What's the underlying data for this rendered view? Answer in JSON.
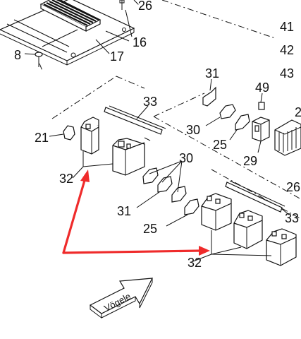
{
  "labels": {
    "l26": "26",
    "l16": "16",
    "l17": "17",
    "l8": "8",
    "l41": "41",
    "l42": "42",
    "l43": "43",
    "l31a": "31",
    "l49": "49",
    "l2": "2",
    "l33a": "33",
    "l21": "21",
    "l30a": "30",
    "l25a": "25",
    "l29": "29",
    "l32a": "32",
    "l30b": "30",
    "l26b": "26",
    "l31b": "31",
    "l25b": "25",
    "l33b": "33",
    "l32b": "32"
  },
  "logo": {
    "text": "Vögele"
  },
  "colors": {
    "annotation": "#ef2b2b",
    "line": "#111111"
  }
}
